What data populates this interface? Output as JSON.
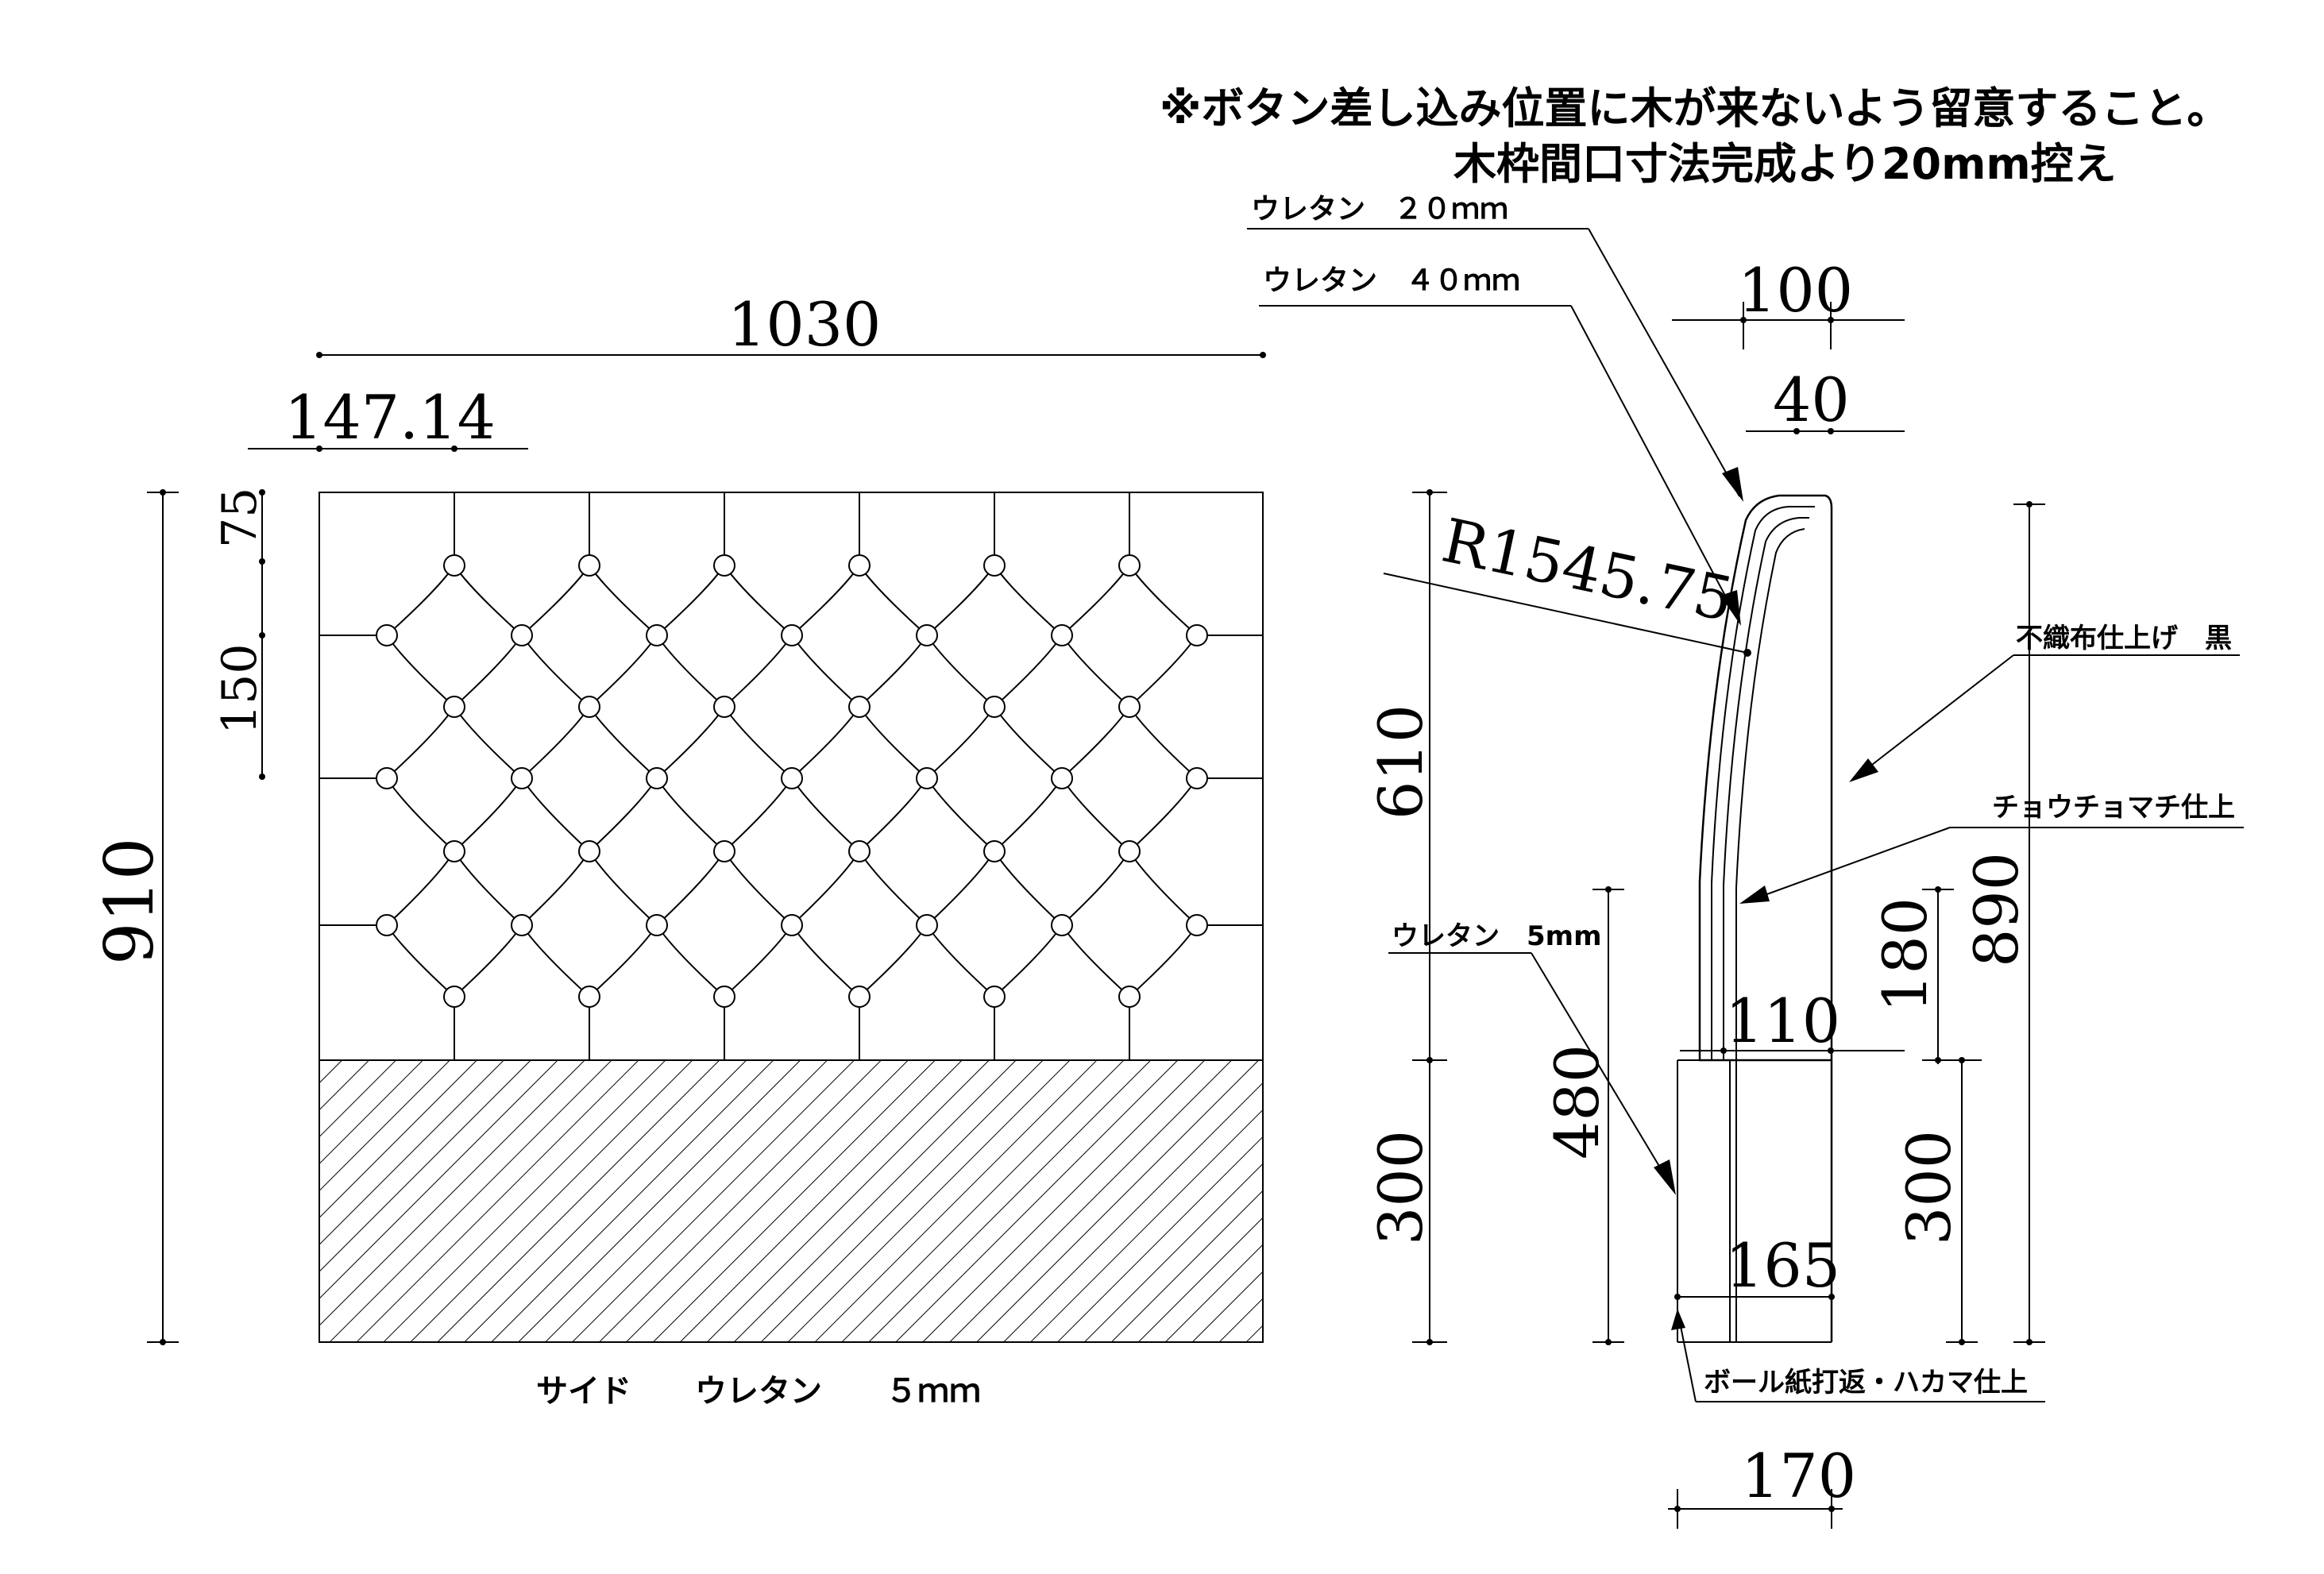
{
  "notes": {
    "line1": "※ボタン差し込み位置に木が来ないよう留意すること。",
    "line2": "木枠間口寸法完成より20mm控え"
  },
  "front_view": {
    "dim_width": "1030",
    "dim_pitch": "147.14",
    "dim_top_offset": "75",
    "dim_row_pitch": "150",
    "dim_height": "910",
    "caption": "サイド　　ウレタン　　５ｍｍ"
  },
  "side_view": {
    "label_urethane_20": "ウレタン　２０ｍｍ",
    "label_urethane_40": "ウレタン　４０ｍｍ",
    "label_urethane_5": "ウレタン　5mm",
    "label_nonwoven": "不織布仕上げ　黒",
    "label_butterfly": "チョウチョマチ仕上",
    "label_ball_paper": "ボール紙打返・ハカマ仕上",
    "dim_radius": "R1545.75",
    "dim_100": "100",
    "dim_40": "40",
    "dim_610": "610",
    "dim_300_left": "300",
    "dim_480": "480",
    "dim_110": "110",
    "dim_165": "165",
    "dim_170": "170",
    "dim_180": "180",
    "dim_300_right": "300",
    "dim_890": "890"
  }
}
